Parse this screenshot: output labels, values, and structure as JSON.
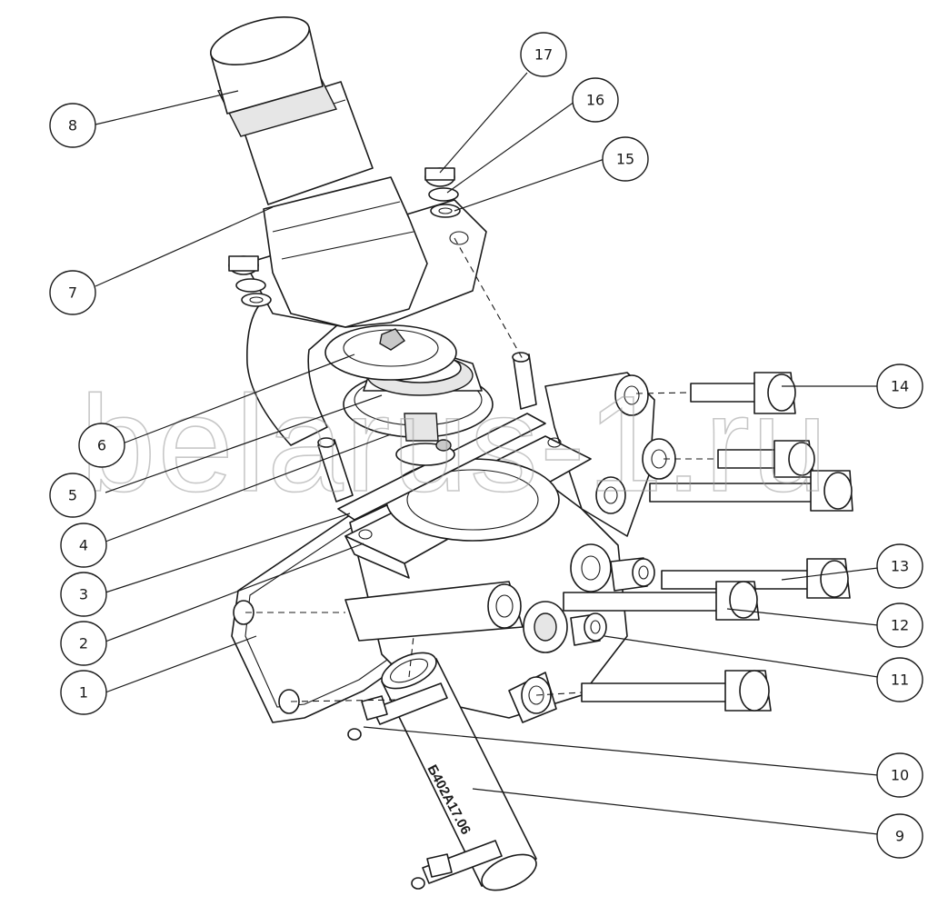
{
  "watermark": "belarus-1.ru",
  "part_stamp": "Б402А17.06",
  "callouts": [
    {
      "id": "c1",
      "label": "1"
    },
    {
      "id": "c2",
      "label": "2"
    },
    {
      "id": "c3",
      "label": "3"
    },
    {
      "id": "c4",
      "label": "4"
    },
    {
      "id": "c5",
      "label": "5"
    },
    {
      "id": "c6",
      "label": "6"
    },
    {
      "id": "c7",
      "label": "7"
    },
    {
      "id": "c8",
      "label": "8"
    },
    {
      "id": "c9",
      "label": "9"
    },
    {
      "id": "c10",
      "label": "10"
    },
    {
      "id": "c11",
      "label": "11"
    },
    {
      "id": "c12",
      "label": "12"
    },
    {
      "id": "c13",
      "label": "13"
    },
    {
      "id": "c14",
      "label": "14"
    },
    {
      "id": "c15",
      "label": "15"
    },
    {
      "id": "c16",
      "label": "16"
    },
    {
      "id": "c17",
      "label": "17"
    }
  ]
}
